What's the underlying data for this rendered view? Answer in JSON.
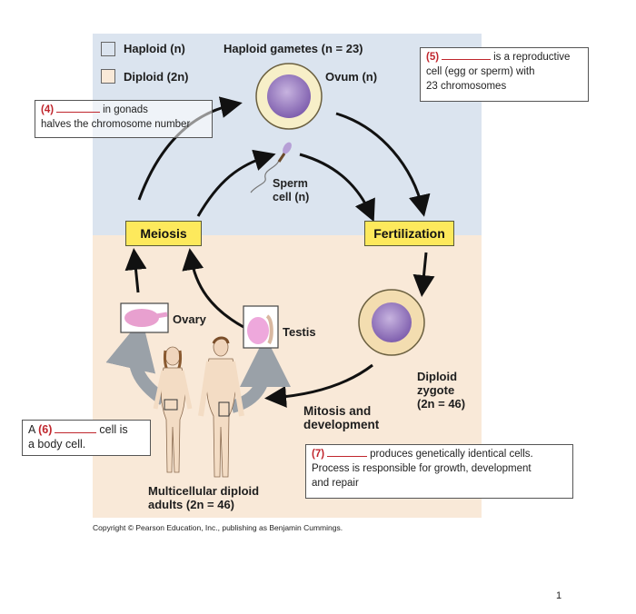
{
  "legend": {
    "haploid": "Haploid (n)",
    "diploid": "Diploid (2n)",
    "haploid_color": "#dbe4ef",
    "diploid_color": "#f9e9d8"
  },
  "labels": {
    "gametes_title": "Haploid gametes (n = 23)",
    "ovum": "Ovum (n)",
    "sperm_line1": "Sperm",
    "sperm_line2": "cell (n)",
    "meiosis": "Meiosis",
    "fertilization": "Fertilization",
    "ovary": "Ovary",
    "testis": "Testis",
    "zygote_line1": "Diploid",
    "zygote_line2": "zygote",
    "zygote_line3": "(2n = 46)",
    "mitosis_line1": "Mitosis and",
    "mitosis_line2": "development",
    "adults_line1": "Multicellular diploid",
    "adults_line2": "adults (2n = 46)"
  },
  "questions": {
    "q4": {
      "num": "(4)",
      "text1": "in gonads",
      "text2": "halves the chromosome number"
    },
    "q5": {
      "num": "(5)",
      "text1": "is a reproductive",
      "text2": "cell (egg or sperm) with",
      "text3": "23 chromosomes"
    },
    "q6": {
      "prefix": "A",
      "num": "(6)",
      "text1": "cell is",
      "text2": "a body cell."
    },
    "q7": {
      "num": "(7)",
      "text1": "produces genetically identical cells.",
      "text2": "Process is responsible for growth, development",
      "text3": "and repair"
    }
  },
  "colors": {
    "label_box": "#fde95c",
    "question_number": "#c0262d",
    "cell_nucleus": "#9a7cc0",
    "cell_membrane": "#f6edc4"
  },
  "footer": {
    "copyright": "Copyright © Pearson Education, Inc., publishing as Benjamin Cummings.",
    "page_number": "1"
  }
}
